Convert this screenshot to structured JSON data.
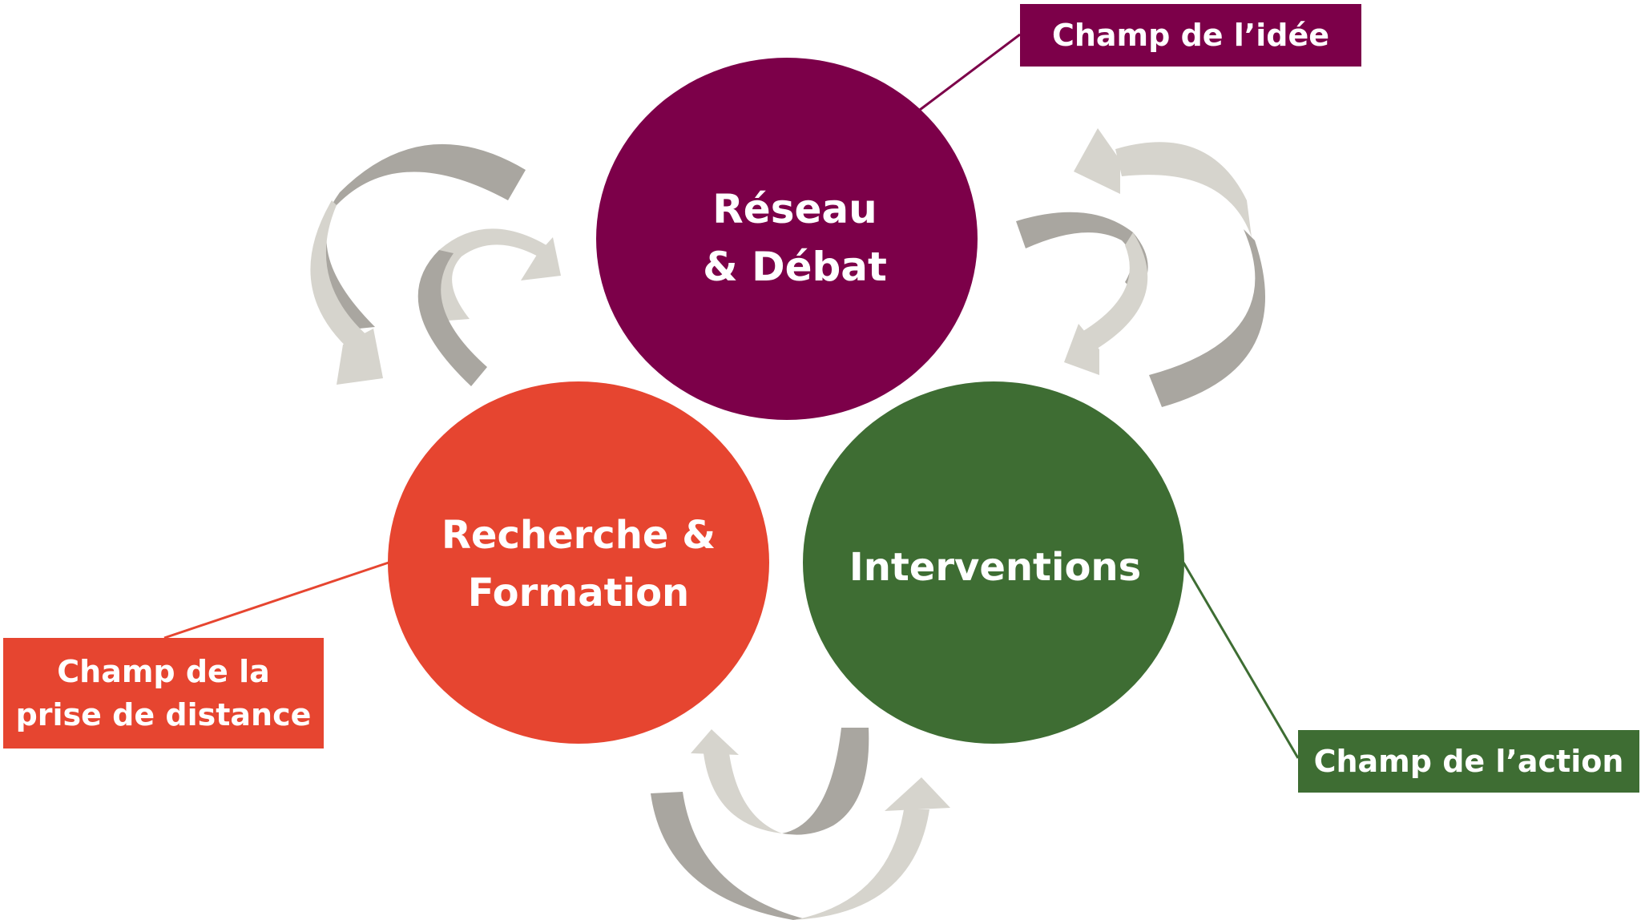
{
  "colors": {
    "idee": "#7c0049",
    "distance": "#e64530",
    "action": "#3e6d33",
    "arrow_dark": "#a9a6a0",
    "arrow_light": "#d6d4cd",
    "text": "#ffffff"
  },
  "circles": {
    "reseau": {
      "line1": "Réseau",
      "line2": "& Débat"
    },
    "recherche": {
      "line1": "Recherche &",
      "line2": "Formation"
    },
    "interventions": {
      "line1": "Interventions"
    }
  },
  "labels": {
    "idee": "Champ de l’idée",
    "distance_line1": "Champ de la",
    "distance_line2": "prise de distance",
    "action": "Champ de l’action"
  },
  "icons": {
    "arrows": "curved-arrow-icon"
  }
}
